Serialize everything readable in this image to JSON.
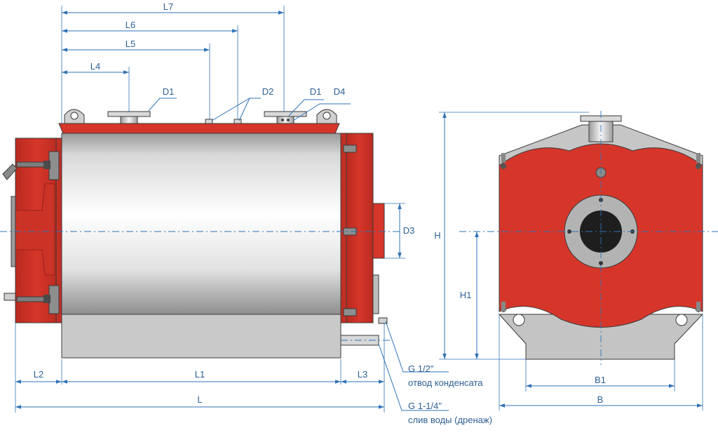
{
  "colors": {
    "body_red": "#d6362a",
    "steel_light": "#f1f1f1",
    "steel_mid": "#b5b5b5",
    "base_grey": "#c9c9c9",
    "dimension_blue": "#2f73b8",
    "label_blue": "#2d5f93"
  },
  "dimensions": {
    "L7": "L7",
    "L6": "L6",
    "L5": "L5",
    "L4": "L4",
    "L1": "L1",
    "L2": "L2",
    "L3": "L3",
    "L": "L",
    "D1_top": "D1",
    "D2": "D2",
    "D1_right": "D1",
    "D4": "D4",
    "D3": "D3",
    "H": "H",
    "H1": "H1",
    "B1": "B1",
    "B": "B"
  },
  "notes": {
    "condensate_thread": "G 1/2\"",
    "condensate_text": "отвод конденсата",
    "drain_thread": "G 1-1/4\"",
    "drain_text": "слив воды (дренаж)"
  }
}
